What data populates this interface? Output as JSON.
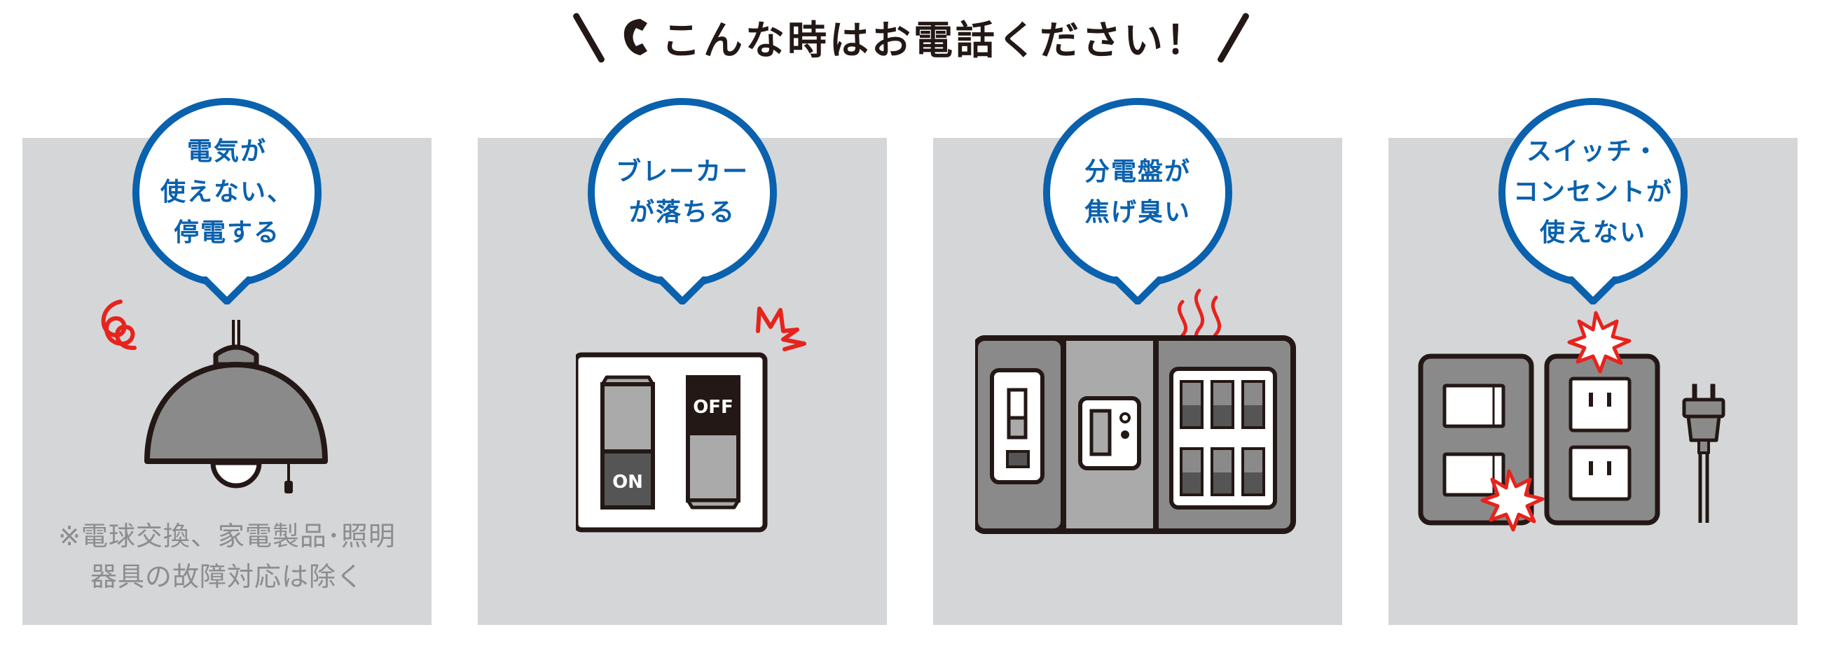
{
  "header": {
    "title": "こんな時はお電話ください！",
    "phone_icon": "phone-icon"
  },
  "colors": {
    "bubble_blue": "#0a61ad",
    "panel_gray": "#d5d6d8",
    "alert_red": "#e6231d",
    "note_gray": "#8d8d8d",
    "ink": "#231815"
  },
  "cases": [
    {
      "bubble_text": "電気が\n使えない、\n停電する",
      "illustration": "pendant-lamp-icon",
      "note": "※電球交換、家電製品･照明\n器具の故障対応は除く"
    },
    {
      "bubble_text": "ブレーカー\nが落ちる",
      "illustration": "breaker-switch-icon",
      "switch_labels": {
        "on": "ON",
        "off": "OFF"
      }
    },
    {
      "bubble_text": "分電盤が\n焦げ臭い",
      "illustration": "distribution-board-icon"
    },
    {
      "bubble_text": "スイッチ・\nコンセントが\n使えない",
      "illustration": "switch-outlet-icon"
    }
  ]
}
